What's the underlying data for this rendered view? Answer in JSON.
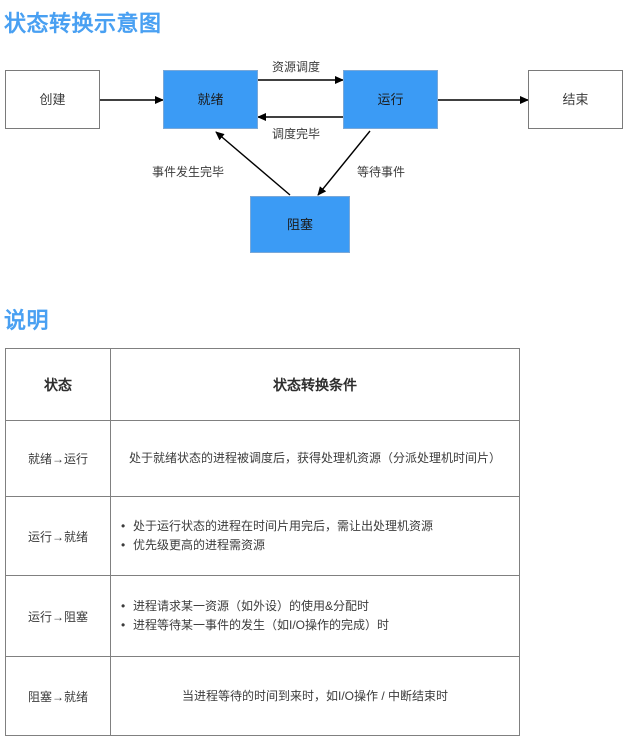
{
  "headings": {
    "diagram_title": "状态转换示意图",
    "explanation_title": "说明",
    "accent_color": "#49a0f2"
  },
  "diagram": {
    "node_active_color": "#3b9bf5",
    "node_plain_border": "#7a7a7a",
    "nodes": [
      {
        "id": "create",
        "label": "创建",
        "style": "plain"
      },
      {
        "id": "ready",
        "label": "就绪",
        "style": "active"
      },
      {
        "id": "running",
        "label": "运行",
        "style": "active"
      },
      {
        "id": "end",
        "label": "结束",
        "style": "plain"
      },
      {
        "id": "blocked",
        "label": "阻塞",
        "style": "active"
      }
    ],
    "edges": [
      {
        "from": "create",
        "to": "ready",
        "label": ""
      },
      {
        "from": "ready",
        "to": "running",
        "label": "资源调度"
      },
      {
        "from": "running",
        "to": "ready",
        "label": "调度完毕"
      },
      {
        "from": "running",
        "to": "end",
        "label": ""
      },
      {
        "from": "running",
        "to": "blocked",
        "label": "等待事件"
      },
      {
        "from": "blocked",
        "to": "ready",
        "label": "事件发生完毕"
      }
    ]
  },
  "table": {
    "headers": [
      "状态",
      "状态转换条件"
    ],
    "rows": [
      {
        "state": "就绪→运行",
        "layout": "centered",
        "conditions": [
          "处于就绪状态的进程被调度后，获得处理机资源（分派处理机时间片）"
        ]
      },
      {
        "state": "运行→就绪",
        "layout": "bullets",
        "conditions": [
          "处于运行状态的进程在时间片用完后，需让出处理机资源",
          "优先级更高的进程需资源"
        ]
      },
      {
        "state": "运行→阻塞",
        "layout": "bullets",
        "conditions": [
          "进程请求某一资源（如外设）的使用&分配时",
          "进程等待某一事件的发生（如I/O操作的完成）时"
        ]
      },
      {
        "state": "阻塞→就绪",
        "layout": "centered",
        "conditions": [
          "当进程等待的时间到来时，如I/O操作 / 中断结束时"
        ]
      }
    ]
  }
}
